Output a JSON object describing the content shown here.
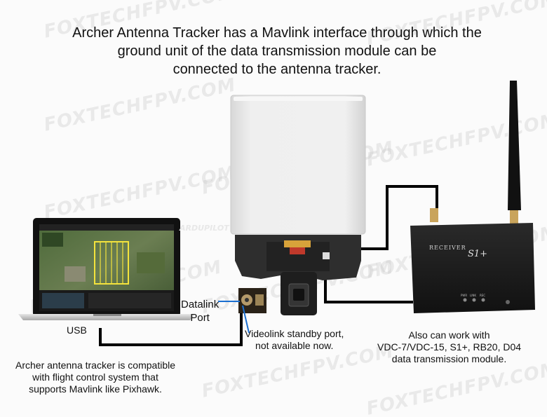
{
  "headline": {
    "line1": "Archer  Antenna Tracker has a Mavlink interface through which the",
    "line2": "ground unit of the data transmission module can be",
    "line3": "connected to the antenna tracker."
  },
  "labels": {
    "usb": "USB",
    "datalink_line1": "Datalink",
    "datalink_line2": "Port",
    "videolink_line1": "Videolink standby port,",
    "videolink_line2": "not available now.",
    "compat_line1": "Archer antenna tracker is compatible",
    "compat_line2": "with flight control system that",
    "compat_line3": "supports Mavlink like Pixhawk.",
    "also_line1": "Also can work with",
    "also_line2": "VDC-7/VDC-15, S1+, RB20, D04",
    "also_line3": "data transmission module."
  },
  "laptop": {
    "screen_logo": "ARDUPILOT"
  },
  "receiver": {
    "brand": "RECEIVER",
    "model": "S1+",
    "led1": "PWR",
    "led2": "LINK",
    "led3": "REC"
  },
  "watermark": "FOXTECHFPV.COM",
  "colors": {
    "cable": "#000000",
    "receiver_body": "#1c1c1c",
    "panel": "#eeeeee"
  }
}
